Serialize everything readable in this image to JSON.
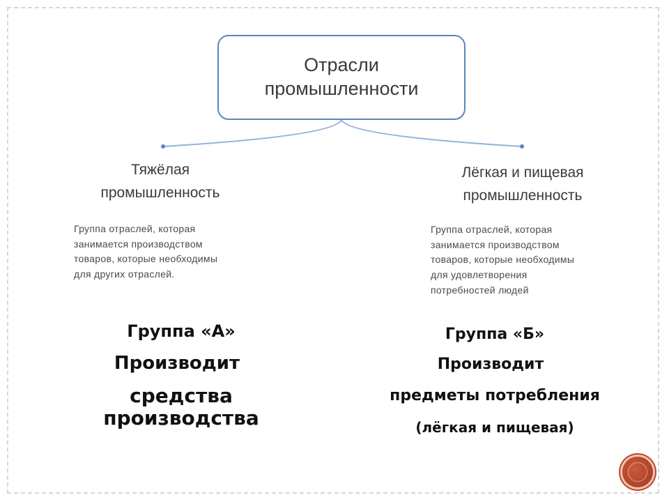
{
  "root": {
    "line1": "Отрасли",
    "line2": "промышленности"
  },
  "left": {
    "title_line1": "Тяжёлая",
    "title_line2": "промышленность",
    "desc": [
      "Группа отраслей, которая",
      "занимается производством",
      "товаров, которые необходимы",
      "для других отраслей."
    ],
    "group": {
      "label": "Группа «А»",
      "line2": "Производит",
      "line3": "средства",
      "line4": "производства"
    }
  },
  "right": {
    "title_line1": "Лёгкая и пищевая",
    "title_line2": "промышленность",
    "desc": [
      "Группа отраслей, которая",
      "занимается производством",
      "товаров, которые необходимы",
      "для удовлетворения",
      "потребностей людей"
    ],
    "group": {
      "label": "Группа «Б»",
      "line2": "Производит",
      "line3": "предметы потребления",
      "line4": "(лёгкая и пищевая)"
    }
  },
  "colors": {
    "root_border": "#5b86b9",
    "connector": "#8fb3d9",
    "nav_button": "#b84a2c"
  },
  "icons": {
    "nav": "circle-button-icon"
  }
}
